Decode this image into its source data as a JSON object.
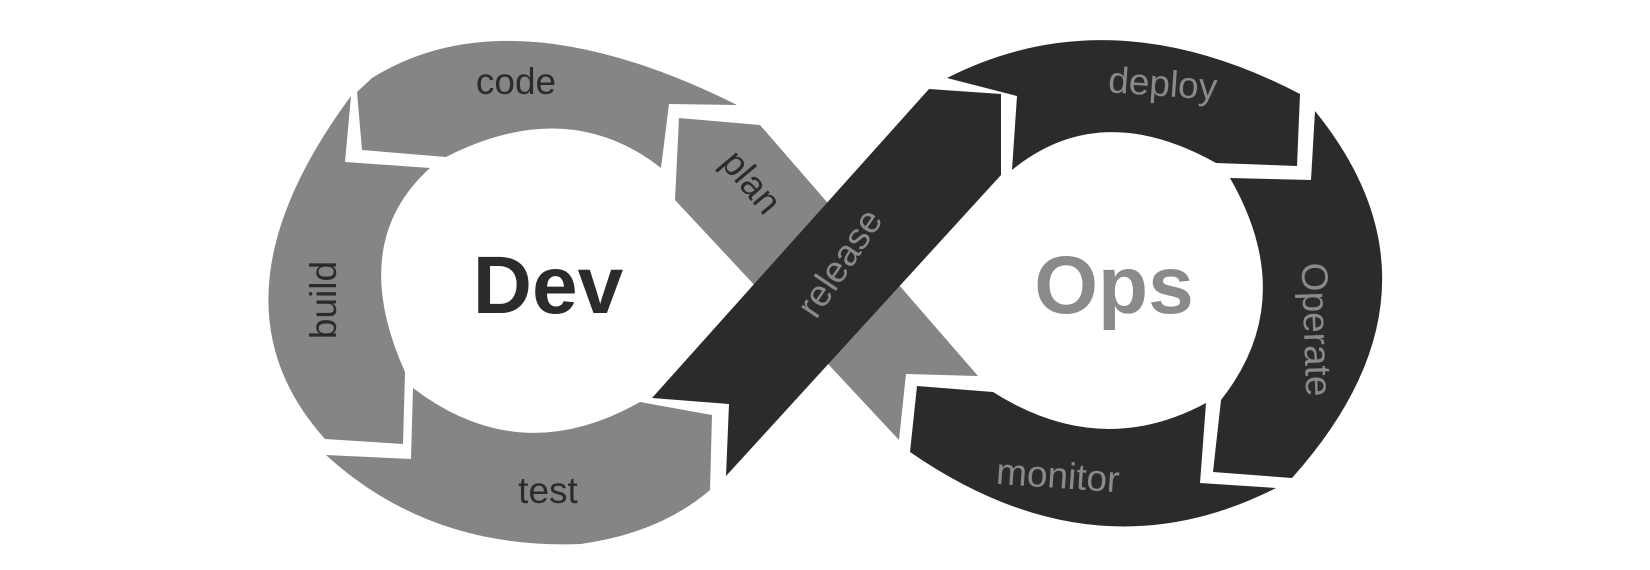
{
  "diagram": {
    "dev": {
      "label": "Dev",
      "stages": {
        "code": "code",
        "plan": "plan",
        "build": "build",
        "test": "test"
      }
    },
    "ops": {
      "label": "Ops",
      "stages": {
        "release": "release",
        "deploy": "deploy",
        "operate": "Operate",
        "monitor": "monitor"
      }
    }
  },
  "colors": {
    "dev_loop": "#858585",
    "ops_loop": "#2b2b2b",
    "dev_text_dark": "#2b2b2b",
    "ops_text_grey": "#8a8a8a",
    "background": "#ffffff"
  }
}
